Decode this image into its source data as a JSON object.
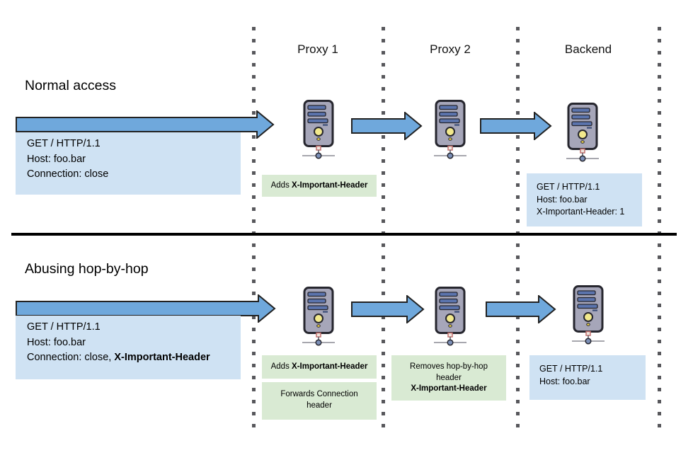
{
  "columns": [
    "Proxy 1",
    "Proxy 2",
    "Backend"
  ],
  "normal": {
    "heading": "Normal access",
    "request": {
      "line1": "GET / HTTP/1.1",
      "line2": "Host: foo.bar",
      "line3": "Connection: close"
    },
    "proxy1_note": {
      "prefix": "Adds ",
      "header_name": "X-Important-Header"
    },
    "backend_request": {
      "line1": "GET / HTTP/1.1",
      "line2": "Host: foo.bar",
      "line3": "X-Important-Header: 1"
    }
  },
  "abuse": {
    "heading": "Abusing hop-by-hop",
    "request": {
      "line1": "GET / HTTP/1.1",
      "line2": "Host: foo.bar",
      "line3_prefix": "Connection: close, ",
      "line3_bold": "X-Important-Header"
    },
    "proxy1_note1": {
      "prefix": "Adds ",
      "header_name": "X-Important-Header"
    },
    "proxy1_note2": "Forwards Connection header",
    "proxy2_note": {
      "text": "Removes hop-by-hop header",
      "header_name": "X-Important-Header"
    },
    "backend_request": {
      "line1": "GET / HTTP/1.1",
      "line2": "Host: foo.bar"
    }
  },
  "colors": {
    "arrow_fill": "#6fa8dc",
    "request_box_bg": "#cfe2f3",
    "action_box_bg": "#d9ead3",
    "divider": "#000000",
    "dotted_line": "#58585c"
  },
  "icons": {
    "server": "tower-server-icon"
  }
}
